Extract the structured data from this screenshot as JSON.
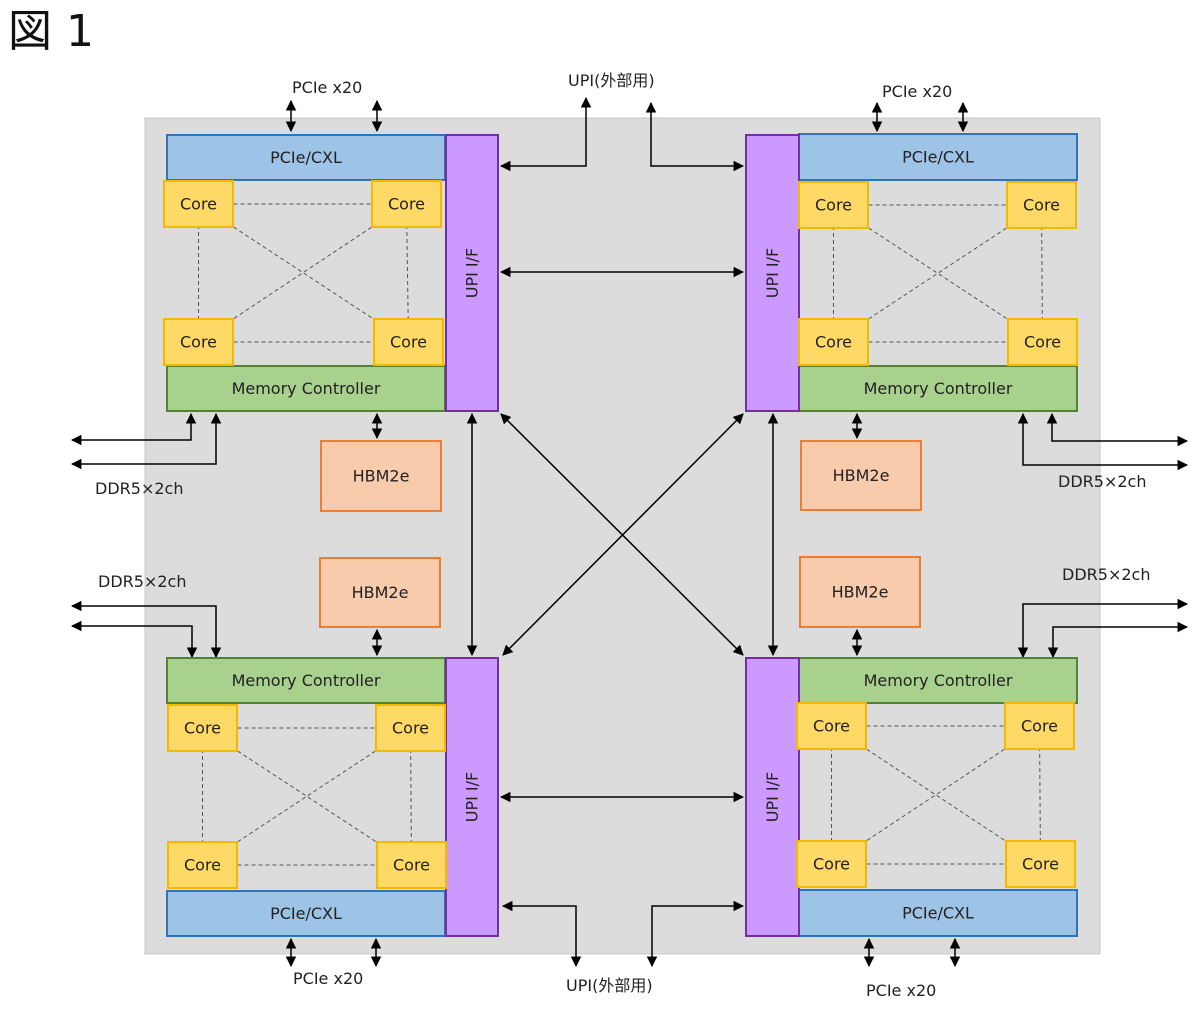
{
  "figure_label": "図 1",
  "colors": {
    "package": "#dcdcdc",
    "pcie": "#9dc3e6",
    "pcie_border": "#2e75b6",
    "core": "#ffd966",
    "core_border": "#f5b800",
    "memctl": "#a9d18e",
    "memctl_border": "#548235",
    "upi": "#cc99ff",
    "upi_border": "#7030a0",
    "hbm": "#f8cbad",
    "hbm_border": "#ed7d31"
  },
  "labels": {
    "pcie_block": "PCIe/CXL",
    "core": "Core",
    "memory_controller": "Memory Controller",
    "upi_if": "UPI I/F",
    "hbm": "HBM2e",
    "pcie_link": "PCIe x20",
    "upi_external": "UPI(外部用)",
    "ddr": "DDR5×2ch"
  }
}
